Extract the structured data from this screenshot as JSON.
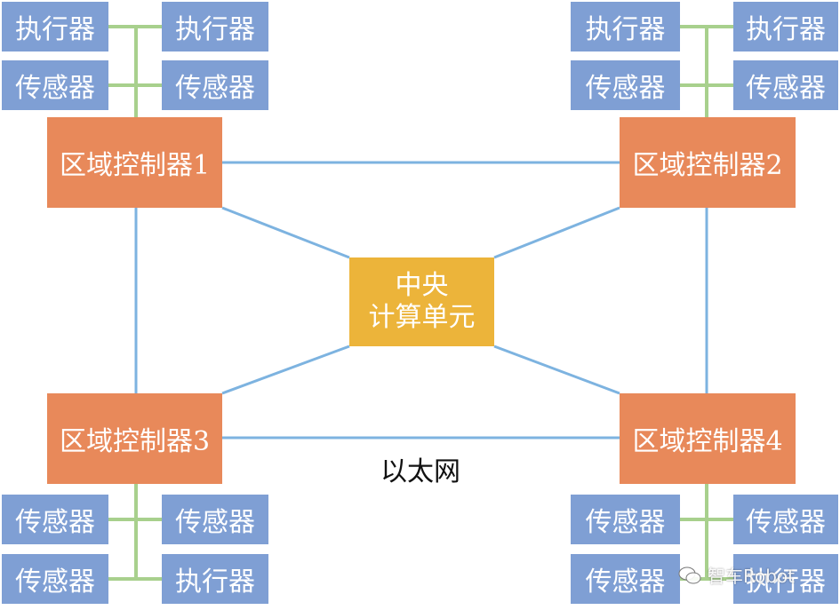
{
  "devices": {
    "tl": [
      "执行器",
      "执行器",
      "传感器",
      "传感器"
    ],
    "tr": [
      "执行器",
      "执行器",
      "传感器",
      "传感器"
    ],
    "bl": [
      "传感器",
      "传感器",
      "传感器",
      "执行器"
    ],
    "br": [
      "传感器",
      "传感器",
      "传感器",
      "执行器"
    ]
  },
  "zones": [
    "区域控制器1",
    "区域控制器2",
    "区域控制器3",
    "区域控制器4"
  ],
  "central": {
    "line1": "中央",
    "line2": "计算单元"
  },
  "network_label": "以太网",
  "watermark": "智车Robot",
  "colors": {
    "device": "#7f9fd4",
    "zone": "#e8895a",
    "central": "#ecb43a",
    "ethernet": "#7db3e0",
    "bus": "#a8d08d"
  }
}
